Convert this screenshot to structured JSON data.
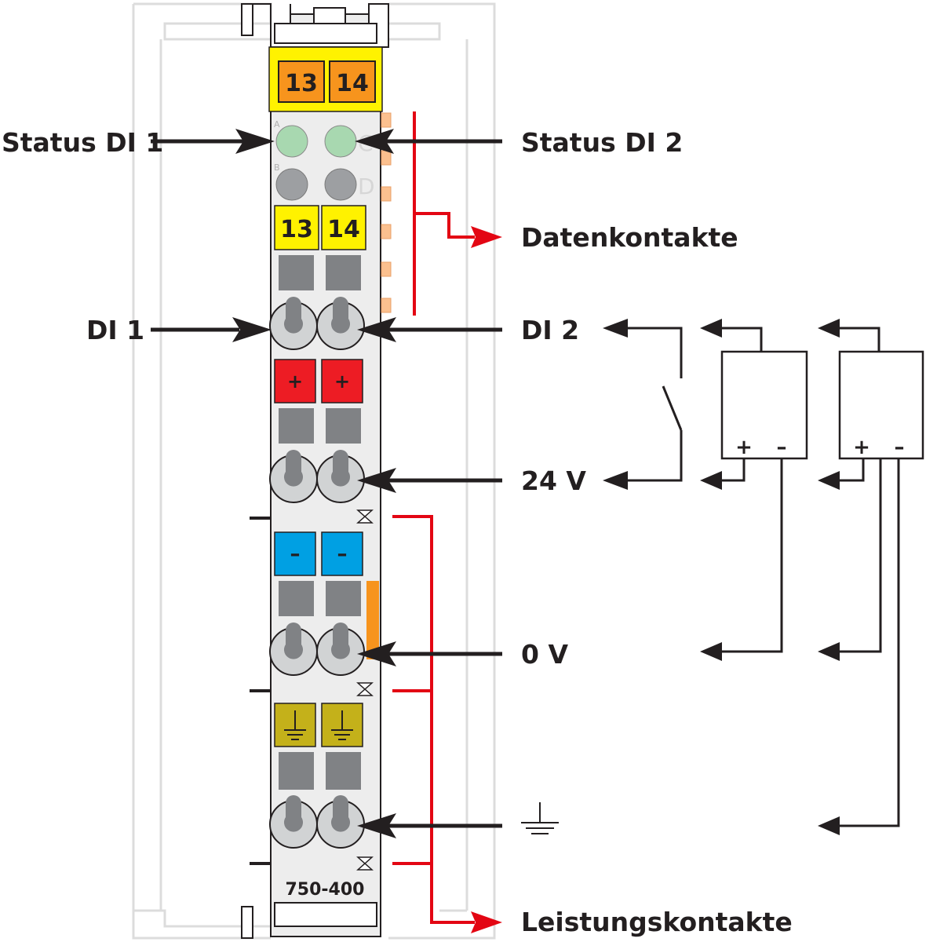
{
  "labels": {
    "status_di1": "Status DI 1",
    "status_di2": "Status DI 2",
    "datenkontakte": "Datenkontakte",
    "di1": "DI 1",
    "di2": "DI 2",
    "v24": "24 V",
    "v0": "0 V",
    "leistungskontakte": "Leistungskontakte"
  },
  "module": {
    "model": "750-400",
    "terminal_a": "13",
    "terminal_b": "14",
    "plus_sign": "+",
    "minus_sign": "–",
    "led_row1_letter_left": "A",
    "led_row1_letter_right": "C",
    "led_row2_letter_left": "B",
    "led_row2_letter_right": "D"
  },
  "sensors": {
    "plus_sign": "+",
    "minus_sign": "–"
  },
  "colors": {
    "status_led": "#a8d8b0",
    "off_led": "#9d9fa2",
    "terminal_yellow": "#fff200",
    "terminal_orange": "#f7941d",
    "plus_red": "#ed1c24",
    "minus_blue": "#00a0e3",
    "ground_olive": "#c4b11a",
    "signal_red": "#e30613",
    "arrow_black": "#231f20"
  }
}
